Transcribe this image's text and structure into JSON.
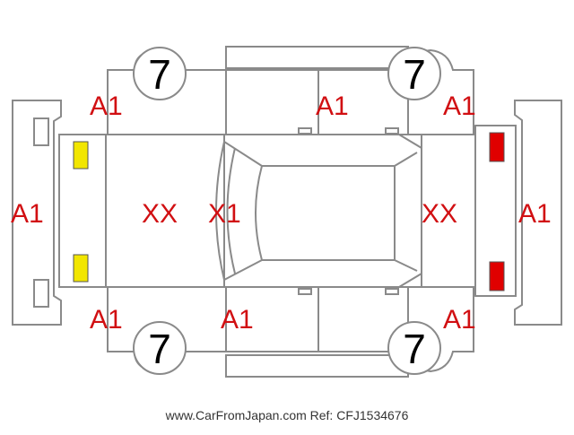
{
  "diagram": {
    "tire_labels": {
      "front_left": "7",
      "front_right": "7",
      "rear_left": "7",
      "rear_right": "7"
    },
    "codes": {
      "top_left_fender": "A1",
      "top_doors": "A1",
      "top_right_fender": "A1",
      "front_bumper": "A1",
      "hood": "XX",
      "windshield": "X1",
      "trunk": "XX",
      "rear_bumper": "A1",
      "bottom_left_fender": "A1",
      "bottom_front_door": "A1",
      "bottom_right_fender": "A1"
    },
    "marker_colors": {
      "headlight": "#f2e600",
      "taillight": "#e00000"
    }
  },
  "footer": {
    "watermark": "www.CarFromJapan.com Ref: CFJ1534676"
  }
}
